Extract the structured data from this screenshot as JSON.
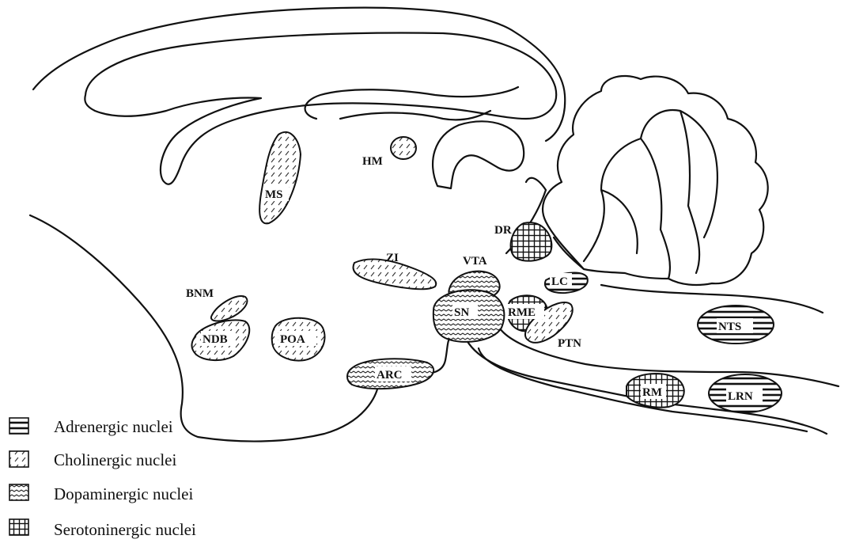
{
  "nuclei": {
    "hm": {
      "label": "HM",
      "type": "cholinergic"
    },
    "ms": {
      "label": "MS",
      "type": "cholinergic"
    },
    "dr": {
      "label": "DR",
      "type": "serotoninergic"
    },
    "zi": {
      "label": "ZI",
      "type": "cholinergic"
    },
    "vta": {
      "label": "VTA",
      "type": "dopaminergic"
    },
    "bnm": {
      "label": "BNM",
      "type": "cholinergic"
    },
    "lc": {
      "label": "LC",
      "type": "adrenergic"
    },
    "sn": {
      "label": "SN",
      "type": "dopaminergic"
    },
    "rme": {
      "label": "RME",
      "type": "serotoninergic"
    },
    "ndb": {
      "label": "NDB",
      "type": "cholinergic"
    },
    "poa": {
      "label": "POA",
      "type": "cholinergic"
    },
    "nts": {
      "label": "NTS",
      "type": "adrenergic"
    },
    "ptn": {
      "label": "PTN",
      "type": "cholinergic"
    },
    "arc": {
      "label": "ARC",
      "type": "dopaminergic"
    },
    "rm": {
      "label": "RM",
      "type": "serotoninergic"
    },
    "lrn": {
      "label": "LRN",
      "type": "adrenergic"
    }
  },
  "legend": [
    {
      "label": "Adrenergic nuclei",
      "pattern": "horizontal-lines"
    },
    {
      "label": "Cholinergic nuclei",
      "pattern": "diagonal-dashes"
    },
    {
      "label": "Dopaminergic nuclei",
      "pattern": "wavy-lines"
    },
    {
      "label": "Serotoninergic nuclei",
      "pattern": "grid"
    }
  ]
}
